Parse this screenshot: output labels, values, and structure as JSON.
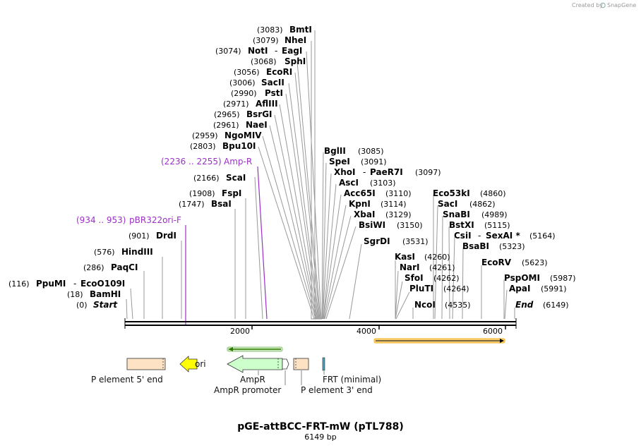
{
  "credit": {
    "prefix": "Created by",
    "brand": "SnapGene"
  },
  "map": {
    "title": "pGE-attBCC-FRT-mW (pTL788)",
    "length_label": "6149 bp",
    "length": 6149
  },
  "ruler": {
    "ticks": [
      {
        "value": 2000,
        "label": "2000"
      },
      {
        "value": 4000,
        "label": "4000"
      },
      {
        "value": 6000,
        "label": "6000"
      }
    ]
  },
  "sites": [
    {
      "pos": "(3083)",
      "name": "BmtI",
      "bp": 3083
    },
    {
      "pos": "(3079)",
      "name": "NheI",
      "bp": 3079
    },
    {
      "pos": "(3074)",
      "name": "NotI",
      "name2": "EagI",
      "bp": 3074
    },
    {
      "pos": "(3068)",
      "name": "SphI",
      "bp": 3068
    },
    {
      "pos": "(3056)",
      "name": "EcoRI",
      "bp": 3056
    },
    {
      "pos": "(3006)",
      "name": "SacII",
      "bp": 3006
    },
    {
      "pos": "(2990)",
      "name": "PstI",
      "bp": 2990
    },
    {
      "pos": "(2971)",
      "name": "AflIII",
      "bp": 2971
    },
    {
      "pos": "(2965)",
      "name": "BsrGI",
      "bp": 2965
    },
    {
      "pos": "(2961)",
      "name": "NaeI",
      "bp": 2961
    },
    {
      "pos": "(2959)",
      "name": "NgoMIV",
      "bp": 2959
    },
    {
      "pos": "(2803)",
      "name": "Bpu10I",
      "bp": 2803
    },
    {
      "pos": "(2166)",
      "name": "ScaI",
      "bp": 2166
    },
    {
      "pos": "(1908)",
      "name": "FspI",
      "bp": 1908
    },
    {
      "pos": "(1747)",
      "name": "BsaI",
      "bp": 1747
    },
    {
      "pos": "(901)",
      "name": "DrdI",
      "bp": 901
    },
    {
      "pos": "(576)",
      "name": "HindIII",
      "bp": 576
    },
    {
      "pos": "(286)",
      "name": "PaqCI",
      "bp": 286
    },
    {
      "pos": "(116)",
      "name": "PpuMI",
      "name2": "EcoO109I",
      "bp": 116
    },
    {
      "pos": "(18)",
      "name": "BamHI",
      "bp": 18
    },
    {
      "pos": "(0)",
      "name": "Start",
      "bp": 0,
      "italic": true
    },
    {
      "pos": "(3085)",
      "name": "BglII",
      "bp": 3085
    },
    {
      "pos": "(3091)",
      "name": "SpeI",
      "bp": 3091
    },
    {
      "pos": "(3097)",
      "name": "XhoI",
      "name2": "PaeR7I",
      "bp": 3097
    },
    {
      "pos": "(3103)",
      "name": "AscI",
      "bp": 3103
    },
    {
      "pos": "(3110)",
      "name": "Acc65I",
      "bp": 3110
    },
    {
      "pos": "(3114)",
      "name": "KpnI",
      "bp": 3114
    },
    {
      "pos": "(3129)",
      "name": "XbaI",
      "bp": 3129
    },
    {
      "pos": "(3150)",
      "name": "BsiWI",
      "bp": 3150
    },
    {
      "pos": "(3531)",
      "name": "SgrDI",
      "bp": 3531
    },
    {
      "pos": "(4260)",
      "name": "KasI",
      "bp": 4260
    },
    {
      "pos": "(4261)",
      "name": "NarI",
      "bp": 4261
    },
    {
      "pos": "(4262)",
      "name": "SfoI",
      "bp": 4262
    },
    {
      "pos": "(4264)",
      "name": "PluTI",
      "bp": 4264
    },
    {
      "pos": "(4535)",
      "name": "NcoI",
      "bp": 4535
    },
    {
      "pos": "(4860)",
      "name": "Eco53kI",
      "bp": 4860
    },
    {
      "pos": "(4862)",
      "name": "SacI",
      "bp": 4862
    },
    {
      "pos": "(4989)",
      "name": "SnaBI",
      "bp": 4989
    },
    {
      "pos": "(5115)",
      "name": "BstXI",
      "bp": 5115
    },
    {
      "pos": "(5164)",
      "name": "CsiI",
      "name2": "SexAI *",
      "bp": 5164
    },
    {
      "pos": "(5323)",
      "name": "BsaBI",
      "bp": 5323
    },
    {
      "pos": "(5623)",
      "name": "EcoRV",
      "bp": 5623
    },
    {
      "pos": "(5987)",
      "name": "PspOMI",
      "bp": 5987
    },
    {
      "pos": "(5991)",
      "name": "ApaI",
      "bp": 5991
    },
    {
      "pos": "(6149)",
      "name": "End",
      "bp": 6149,
      "italic": true
    }
  ],
  "primers": [
    {
      "range": "(2236 .. 2255)",
      "name": "Amp-R",
      "bp": 2245
    },
    {
      "range": "(934 .. 953)",
      "name": "pBR322ori-F",
      "bp": 943
    }
  ],
  "features": [
    {
      "name": "P element 5' end",
      "color": "#fde2c4"
    },
    {
      "name": "ori",
      "color": "#ffff00"
    },
    {
      "name": "AmpR",
      "color": "#ccffcc"
    },
    {
      "name": "AmpR promoter",
      "color": "#ffffff"
    },
    {
      "name": "P element 3' end",
      "color": "#fde2c4"
    },
    {
      "name": "FRT (minimal)",
      "color": "#4aa3b5"
    }
  ],
  "colors": {
    "primer": "#9b30c8",
    "orf_green": "#2d7a00",
    "orf_orange": "#f5b21e",
    "backbone": "#000000"
  }
}
